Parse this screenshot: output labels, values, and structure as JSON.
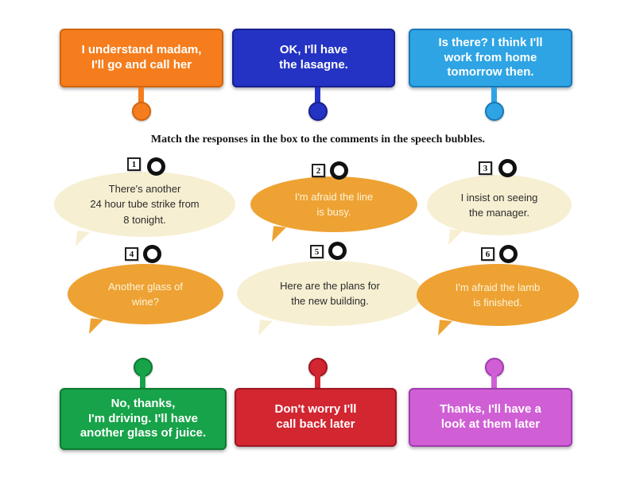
{
  "instruction": "Match the responses in the box to the comments in the speech bubbles.",
  "labels": {
    "top": [
      {
        "text": "I understand madam,\nI'll go and call her",
        "color": "#f57d1d",
        "border_color": "#d2660d"
      },
      {
        "text": "OK, I'll have\nthe lasagne.",
        "color": "#2433c4",
        "border_color": "#17208f"
      },
      {
        "text": "Is there? I think I'll\nwork from home\ntomorrow then.",
        "color": "#2ea4e4",
        "border_color": "#1779b8"
      }
    ],
    "bottom": [
      {
        "text": "No, thanks,\nI'm driving. I'll have\nanother glass of juice.",
        "color": "#17a349",
        "border_color": "#0d7a33"
      },
      {
        "text": "Don't worry I'll\ncall back later",
        "color": "#d22631",
        "border_color": "#9e1620"
      },
      {
        "text": "Thanks, I'll have a\nlook at them later",
        "color": "#d05fd5",
        "border_color": "#a23bb0"
      }
    ]
  },
  "bubbles": [
    {
      "number": "1",
      "text": "There's another\n24 hour tube strike from\n8 tonight.",
      "style": "cream"
    },
    {
      "number": "2",
      "text": "I'm afraid the line\nis busy.",
      "style": "orange"
    },
    {
      "number": "3",
      "text": "I insist on seeing\nthe manager.",
      "style": "cream"
    },
    {
      "number": "4",
      "text": "Another glass of\nwine?",
      "style": "orange"
    },
    {
      "number": "5",
      "text": "Here are the plans for\nthe new building.",
      "style": "cream"
    },
    {
      "number": "6",
      "text": "I'm afraid the lamb\nis finished.",
      "style": "orange"
    }
  ],
  "colors": {
    "bubble_cream": "#f7efd2",
    "bubble_orange": "#eea233",
    "drop_ring": "#111111"
  }
}
